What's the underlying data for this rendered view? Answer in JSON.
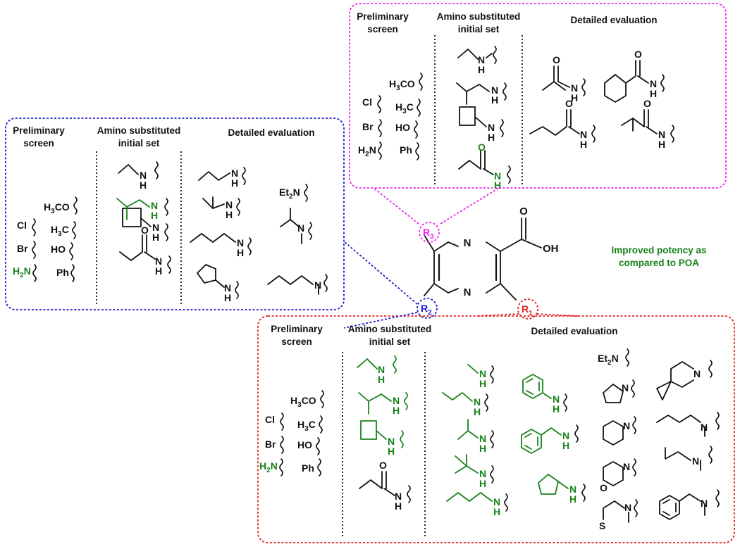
{
  "colors": {
    "pink": "#ee22ee",
    "blue": "#1c1ccc",
    "red": "#e3201e",
    "green": "#17821a",
    "black": "#111111"
  },
  "core": {
    "acid_o": "O",
    "acid_oh": "OH",
    "ring_n_top": "N",
    "ring_n_bottom": "N",
    "r1": "R",
    "r1_sub": "1",
    "r2": "R",
    "r2_sub": "2",
    "r3": "R",
    "r3_sub": "3"
  },
  "potency_note": {
    "line1": "Improved potency as",
    "line2": "compared to POA"
  },
  "panels": {
    "r3": {
      "header_prelim_1": "Preliminary",
      "header_prelim_2": "screen",
      "header_amino_1": "Amino substituted",
      "header_amino_2": "initial set",
      "header_detailed": "Detailed evaluation",
      "prelim": [
        "H3CO",
        "Cl",
        "H3C",
        "Br",
        "HO",
        "H2N",
        "Ph"
      ],
      "amide_o": [
        "O",
        "O",
        "O",
        "O",
        "O"
      ],
      "nh_labels": [
        "N",
        "H"
      ]
    },
    "r2": {
      "header_prelim_1": "Preliminary",
      "header_prelim_2": "screen",
      "header_amino_1": "Amino substituted",
      "header_amino_2": "initial set",
      "header_detailed": "Detailed evaluation",
      "prelim": [
        "H3CO",
        "Cl",
        "H3C",
        "Br",
        "HO",
        "H2N",
        "Ph"
      ],
      "amine_labels": [
        "Et2N",
        "N"
      ]
    },
    "r1": {
      "header_prelim_1": "Preliminary",
      "header_prelim_2": "screen",
      "header_amino_1": "Amino substituted",
      "header_amino_2": "initial set",
      "header_detailed": "Detailed evaluation",
      "prelim": [
        "H3CO",
        "Cl",
        "H3C",
        "Br",
        "HO",
        "H2N",
        "Ph"
      ],
      "amine_labels": [
        "Et2N",
        "N",
        "O",
        "S"
      ]
    }
  }
}
